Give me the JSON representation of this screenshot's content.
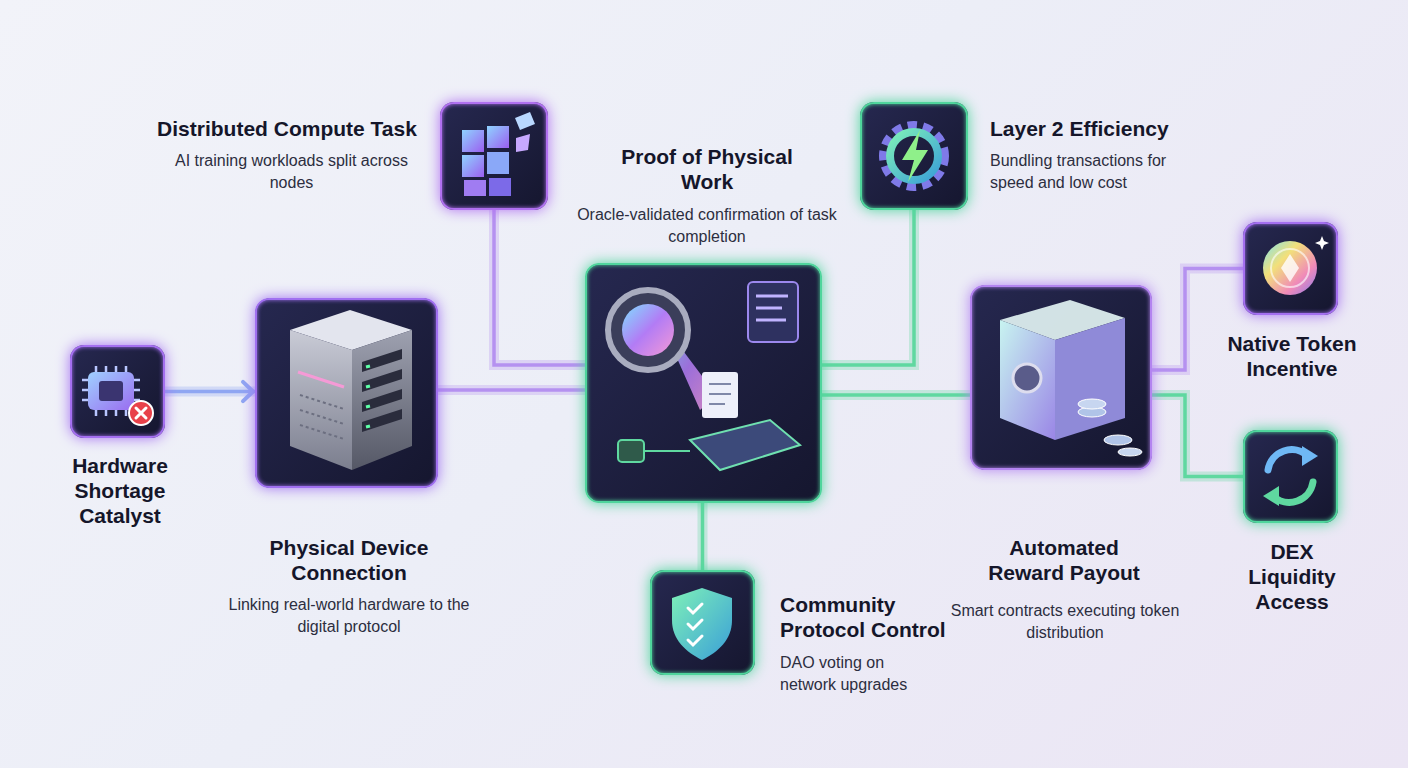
{
  "diagram": {
    "nodes": [
      {
        "text": [
          "Hardware Shortage Catalyst"
        ]
      },
      {
        "text": [
          "Physical Device Connection",
          "Linking real-world hardware to the digital protocol"
        ]
      },
      {
        "text": [
          "Distributed Compute Task",
          "AI training workloads split across nodes"
        ]
      },
      {
        "text": [
          "Proof of Physical Work",
          "Oracle-validated confirmation of task completion"
        ]
      },
      {
        "text": [
          "Community Protocol Control",
          "DAO voting on network upgrades"
        ]
      },
      {
        "text": [
          "Layer 2 Efficiency",
          "Bundling transactions for speed and low cost"
        ]
      },
      {
        "text": [
          "Automated Reward Payout",
          "Smart contracts executing token distribution"
        ]
      },
      {
        "text": [
          "Native Token Incentive"
        ]
      },
      {
        "text": [
          "DEX Liquidity Access"
        ]
      }
    ],
    "edges": [
      {
        "from": 0,
        "to": 1,
        "arrow": "to"
      },
      {
        "from": 1,
        "to": 3,
        "arrow": "none"
      },
      {
        "from": 2,
        "to": 3,
        "arrow": "none"
      },
      {
        "from": 3,
        "to": 4,
        "arrow": "none"
      },
      {
        "from": 3,
        "to": 5,
        "arrow": "none"
      },
      {
        "from": 3,
        "to": 6,
        "arrow": "none"
      },
      {
        "from": 6,
        "to": 7,
        "arrow": "none"
      },
      {
        "from": 6,
        "to": 8,
        "arrow": "none"
      }
    ]
  }
}
